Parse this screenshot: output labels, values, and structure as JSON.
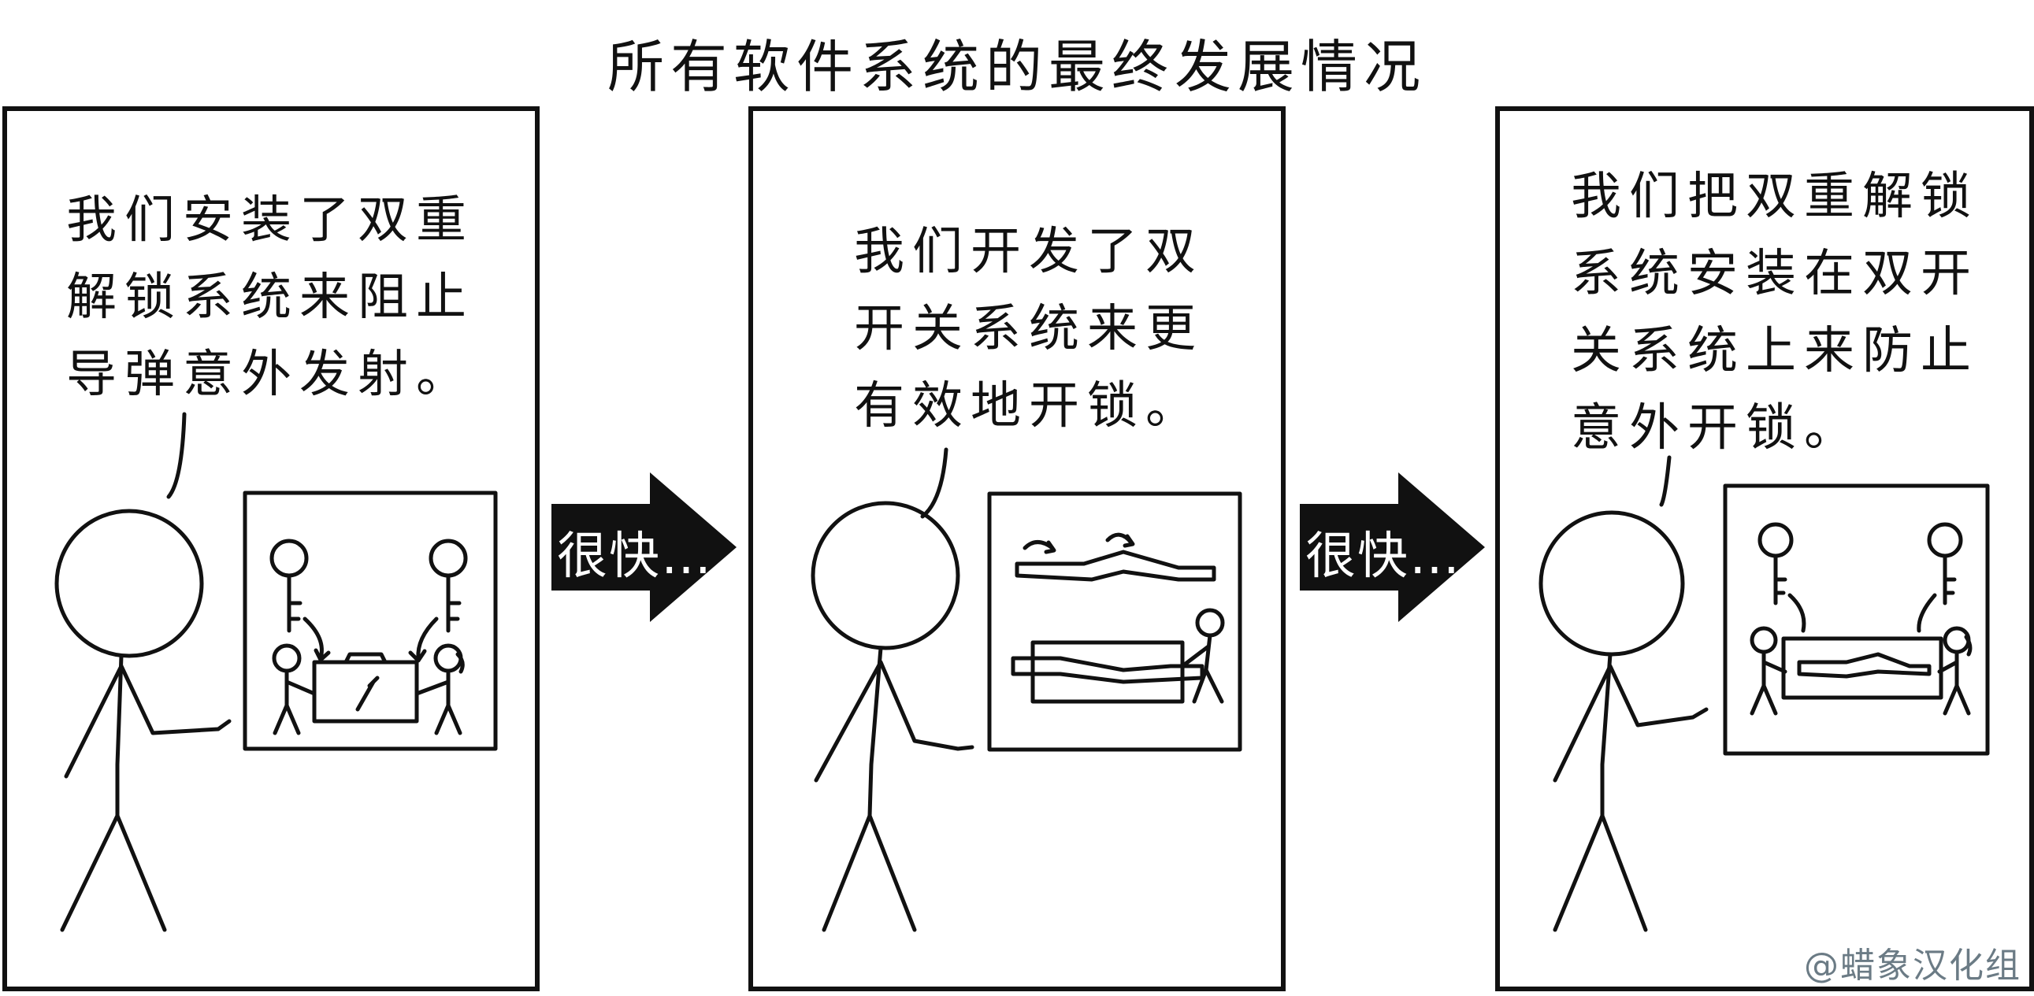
{
  "comic": {
    "title": "所有软件系统的最终发展情况",
    "panels": [
      {
        "speech": "我们安装了双重\n解锁系统来阻止\n导弹意外发射。"
      },
      {
        "speech": "我们开发了双\n开关系统来更\n有效地开锁。"
      },
      {
        "speech": "我们把双重解锁\n系统安装在双开\n关系统上来防止\n意外开锁。"
      }
    ],
    "transitions": [
      {
        "label": "很快…"
      },
      {
        "label": "很快…"
      }
    ],
    "credit": "@蜡象汉化组"
  }
}
